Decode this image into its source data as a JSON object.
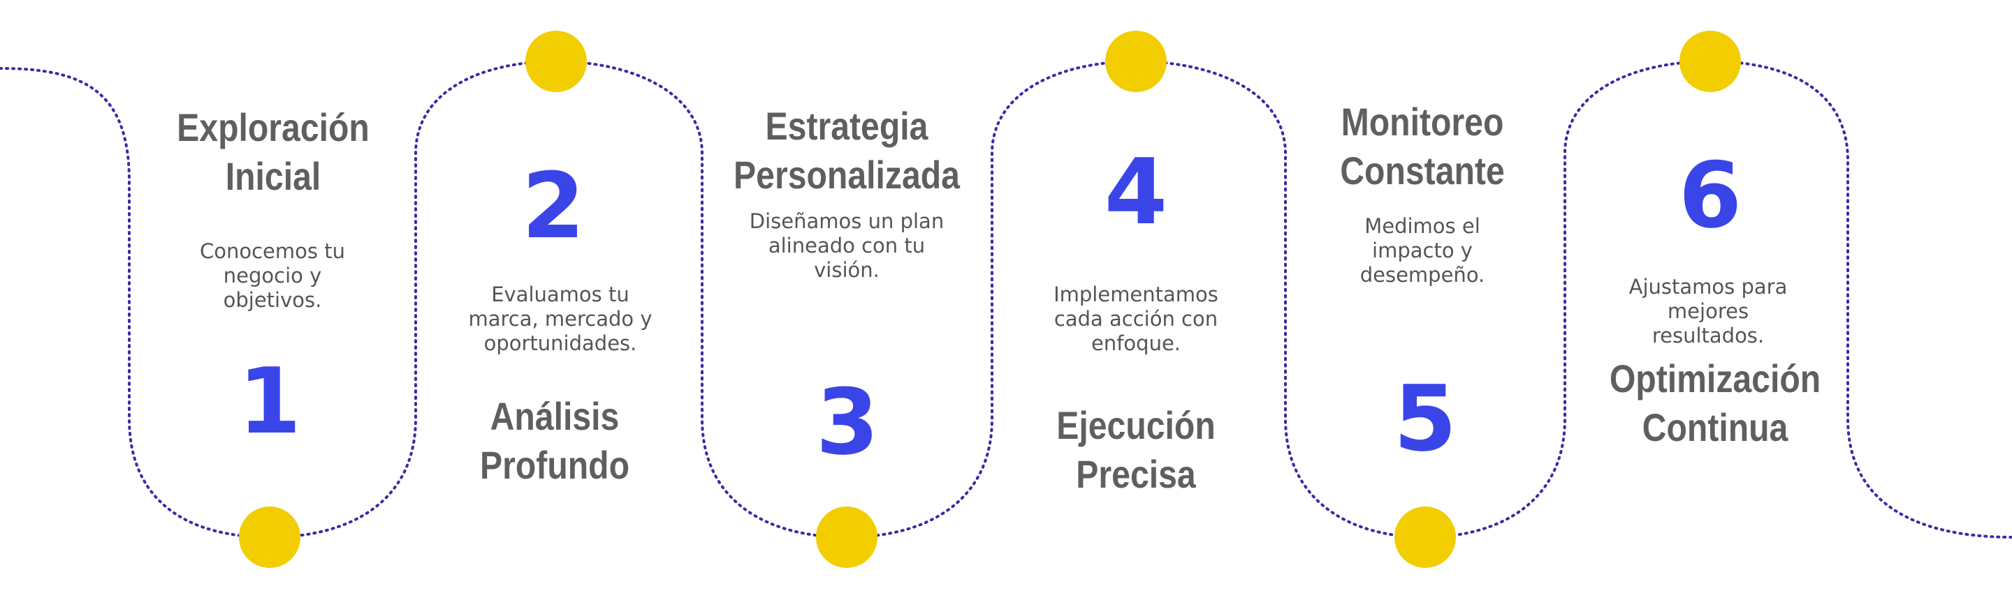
{
  "colors": {
    "path": "#3a2aa6",
    "dot": "#f2cd00",
    "number": "#3a45e8",
    "title": "#5f5f5f",
    "text": "#555555"
  },
  "steps": [
    {
      "number": "1",
      "title_line1": "Exploración",
      "title_line2": "Inicial",
      "description": [
        "Conocemos tu",
        "negocio y",
        "objetivos."
      ]
    },
    {
      "number": "2",
      "title_line1": "Análisis",
      "title_line2": "Profundo",
      "description": [
        "Evaluamos tu",
        "marca, mercado y",
        "oportunidades."
      ]
    },
    {
      "number": "3",
      "title_line1": "Estrategia",
      "title_line2": "Personalizada",
      "description": [
        "Diseñamos un plan",
        "alineado con tu",
        "visión."
      ]
    },
    {
      "number": "4",
      "title_line1": "Ejecución",
      "title_line2": "Precisa",
      "description": [
        "Implementamos",
        "cada acción con",
        "enfoque."
      ]
    },
    {
      "number": "5",
      "title_line1": "Monitoreo",
      "title_line2": "Constante",
      "description": [
        "Medimos el",
        "impacto y",
        "desempeño."
      ]
    },
    {
      "number": "6",
      "title_line1": "Optimización",
      "title_line2": "Continua",
      "description": [
        "Ajustamos para",
        "mejores",
        "resultados."
      ]
    }
  ]
}
